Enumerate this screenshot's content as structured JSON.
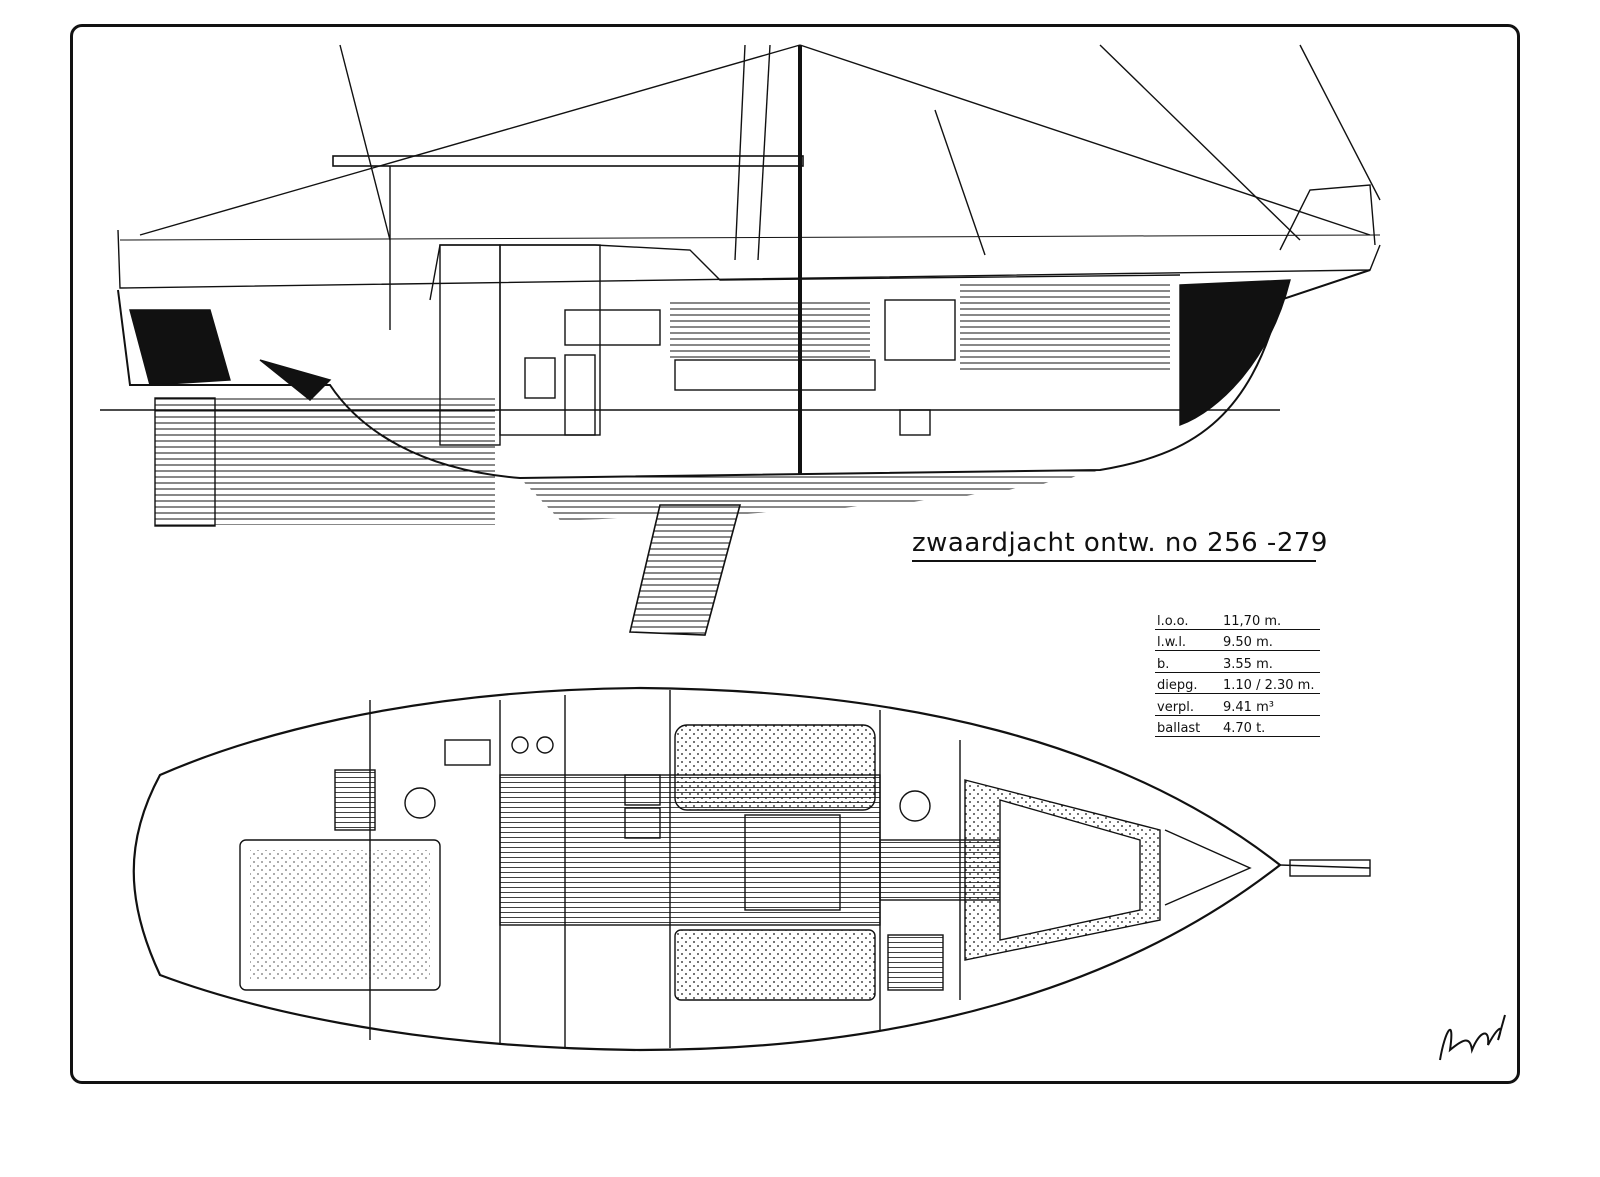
{
  "drawing": {
    "title": "zwaardjacht  ontw. no 256 -279",
    "specs": [
      {
        "label": "l.o.o.",
        "value": "11,70  m."
      },
      {
        "label": "l.w.l.",
        "value": "9.50  m."
      },
      {
        "label": "b.",
        "value": "3.55  m."
      },
      {
        "label": "diepg.",
        "value": "1.10  /  2.30 m."
      },
      {
        "label": "verpl.",
        "value": "9.41  m³"
      },
      {
        "label": "ballast",
        "value": "4.70  t."
      }
    ]
  },
  "colors": {
    "ink": "#111111",
    "paper": "#ffffff"
  },
  "icons": [
    "yacht-profile-drawing",
    "yacht-deck-plan-drawing",
    "signature-mark"
  ]
}
